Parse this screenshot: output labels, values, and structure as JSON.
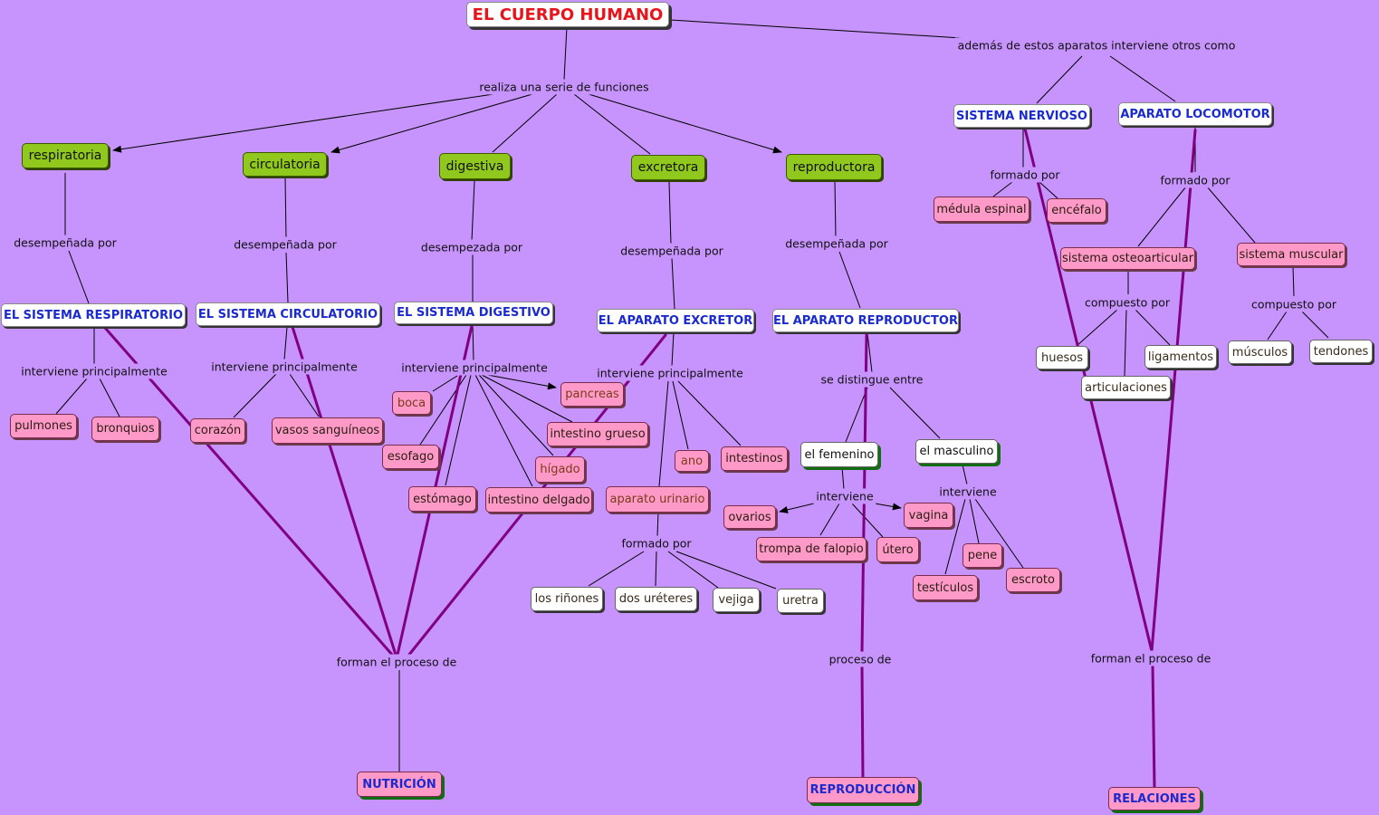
{
  "title": "EL CUERPO HUMANO",
  "links": {
    "realiza": "realiza una serie de funciones",
    "ademas": "además de estos aparatos interviene otros como",
    "desempenada": "desempeñada por",
    "desempezada": "desempezada por",
    "interviene_principalmente": "interviene principalmente",
    "formado_por": "formado por",
    "compuesto_por": "compuesto por",
    "se_distingue": "se distingue entre",
    "interviene": "interviene",
    "forman_proceso": "forman el proceso de",
    "proceso_de": "proceso de"
  },
  "functions": {
    "respiratoria": "respiratoria",
    "circulatoria": "circulatoria",
    "digestiva": "digestiva",
    "excretora": "excretora",
    "reproductora": "reproductora"
  },
  "systems": {
    "respiratorio": "EL SISTEMA RESPIRATORIO",
    "circulatorio": "EL SISTEMA CIRCULATORIO",
    "digestivo": "EL SISTEMA DIGESTIVO",
    "excretor": "EL APARATO EXCRETOR",
    "reproductor": "EL APARATO REPRODUCTOR",
    "nervioso": "SISTEMA NERVIOSO",
    "locomotor": "APARATO LOCOMOTOR"
  },
  "organs": {
    "pulmones": "pulmones",
    "bronquios": "bronquios",
    "corazon": "corazón",
    "vasos": "vasos sanguíneos",
    "boca": "boca",
    "pancreas": "pancreas",
    "esofago": "esofago",
    "intestino_grueso": "intestino grueso",
    "higado": "hígado",
    "estomago": "estómago",
    "intestino_delgado": "intestino delgado",
    "ano": "ano",
    "intestinos": "intestinos",
    "aparato_urinario": "aparato urinario",
    "rinones": "los riñones",
    "ureteres": "dos uréteres",
    "vejiga": "vejiga",
    "uretra": "uretra",
    "femenino": "el femenino",
    "masculino": "el masculino",
    "ovarios": "ovarios",
    "vagina": "vagina",
    "trompa": "trompa de falopio",
    "utero": "útero",
    "pene": "pene",
    "escroto": "escroto",
    "testiculos": "testículos",
    "medula": "médula espinal",
    "encefalo": "encéfalo",
    "osteoarticular": "sistema osteoarticular",
    "muscular": "sistema muscular",
    "huesos": "huesos",
    "ligamentos": "ligamentos",
    "articulaciones": "articulaciones",
    "musculos": "músculos",
    "tendones": "tendones"
  },
  "processes": {
    "nutricion": "NUTRICIÓN",
    "reproduccion": "REPRODUCCIÓN",
    "relaciones": "RELACIONES"
  },
  "colors": {
    "background": "#c793fd",
    "function_node": "#90c81e",
    "organ_node": "#ff99c8",
    "system_text": "#1a2acf",
    "title_text": "#e8141c",
    "process_line": "#800080"
  }
}
